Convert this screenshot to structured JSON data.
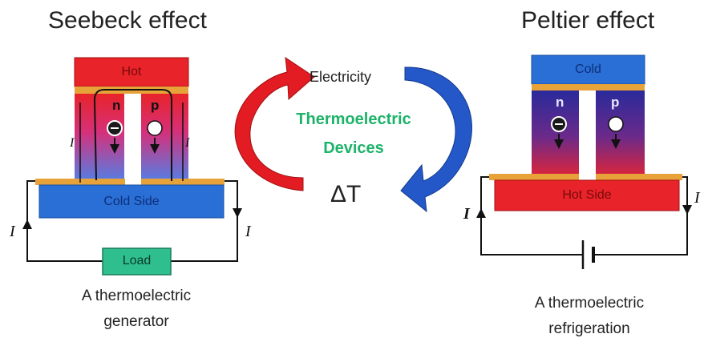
{
  "seebeck": {
    "title": "Seebeck effect",
    "hot_label": "Hot",
    "cold_label": "Cold Side",
    "n_label": "n",
    "p_label": "p",
    "load_label": "Load",
    "current_label": "I",
    "caption_line1": "A thermoelectric",
    "caption_line2": "generator"
  },
  "center": {
    "electricity_label": "Electricity",
    "devices_line1": "Thermoelectric",
    "devices_line2": "Devices",
    "delta_t_label": "ΔT"
  },
  "peltier": {
    "title": "Peltier effect",
    "cold_label": "Cold",
    "hot_label": "Hot Side",
    "n_label": "n",
    "p_label": "p",
    "current_label": "I",
    "caption_line1": "A thermoelectric",
    "caption_line2": "refrigeration"
  },
  "colors": {
    "hot": "#e8232a",
    "cold": "#2a6fd6",
    "devices_text": "#1db36a",
    "load": "#2fbf8f",
    "wire": "#111111",
    "contact": "#e8a23a"
  }
}
